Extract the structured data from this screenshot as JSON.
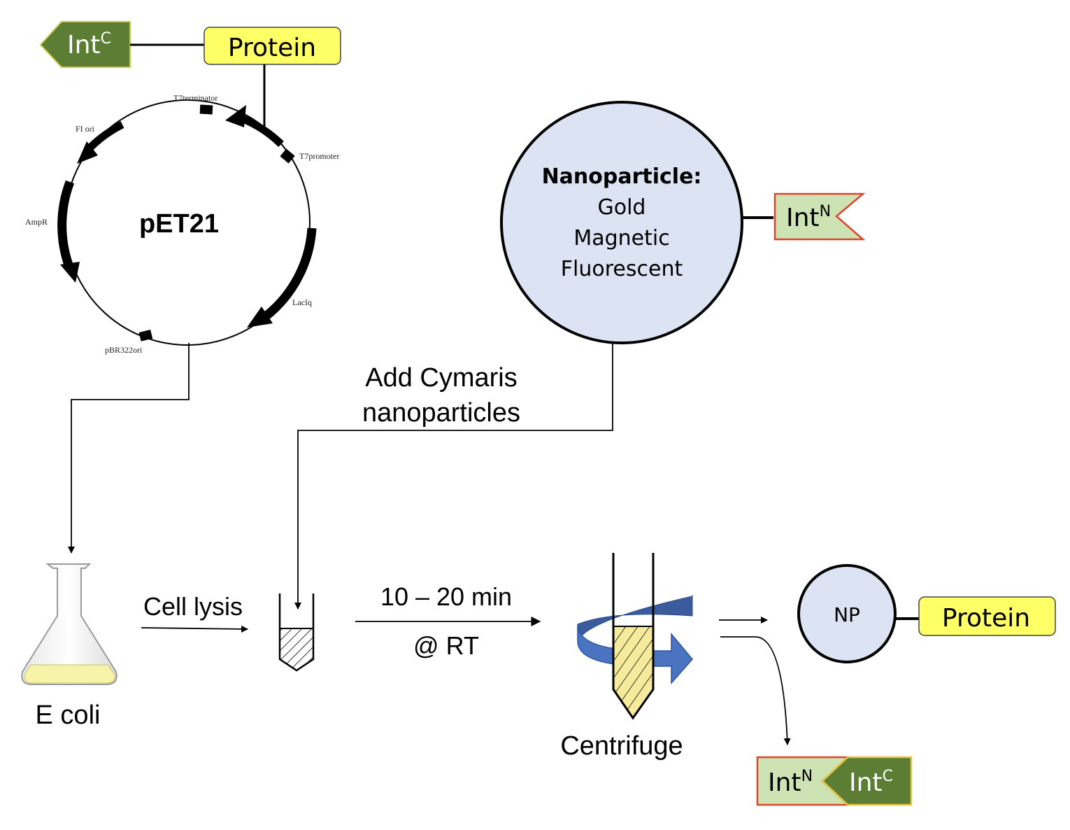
{
  "plasmid": {
    "name": "pET21",
    "features": {
      "t7_terminator": "T7terminator",
      "fi_ori": "FI ori",
      "t7_promoter": "T7promoter",
      "ampr": "AmpR",
      "laciq": "LacIq",
      "pbr322_ori": "pBR322ori"
    }
  },
  "construct": {
    "intein_c_base": "Int",
    "intein_c_sup": "C",
    "protein_label": "Protein"
  },
  "nanoparticle": {
    "title": "Nanoparticle:",
    "types": [
      "Gold",
      "Magnetic",
      "Fluorescent"
    ],
    "intein_n_base": "Int",
    "intein_n_sup": "N"
  },
  "steps": {
    "add_np_line1": "Add Cymaris",
    "add_np_line2": "nanoparticles",
    "host": "E coli",
    "lysis": "Cell lysis",
    "incubation_time": "10 – 20 min",
    "incubation_temp": "@ RT",
    "centrifuge": "Centrifuge"
  },
  "products": {
    "np_label": "NP",
    "protein_label": "Protein",
    "intein_n_base": "Int",
    "intein_n_sup": "N",
    "intein_c_base": "Int",
    "intein_c_sup": "C"
  },
  "colors": {
    "protein_fill": "#ffff66",
    "intein_c_fill": "#5b7e34",
    "intein_n_fill": "#cde3b3",
    "intein_n_border": "#e0432b",
    "np_fill": "#dce3f2",
    "spin_arrow": "#4a73c0",
    "tube_fill": "#f6eb9c",
    "flask_liquid": "#f7f3a8"
  }
}
